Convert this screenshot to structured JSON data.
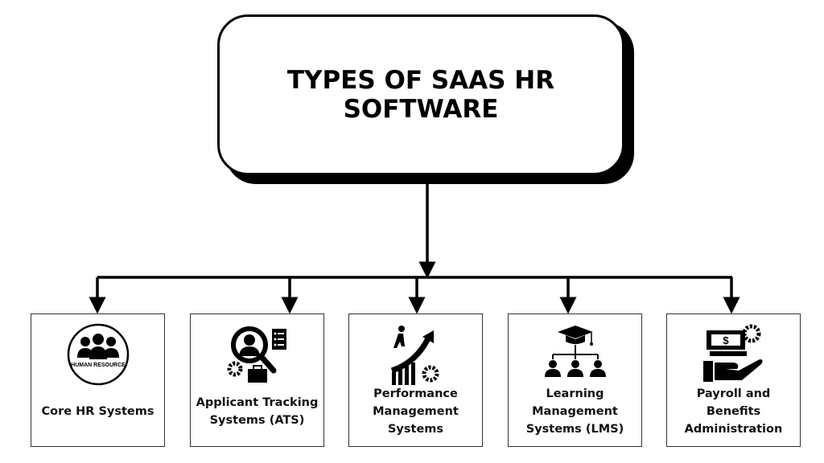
{
  "title": "TYPES OF SAAS HR SOFTWARE",
  "categories": [
    {
      "label": "Core HR Systems",
      "icon": "human-resource-icon",
      "icon_text": "HUMAN RESOURCE"
    },
    {
      "label": "Applicant Tracking Systems (ATS)",
      "icon": "applicant-search-icon"
    },
    {
      "label": "Performance Management Systems",
      "icon": "performance-growth-icon"
    },
    {
      "label": "Learning Management Systems (LMS)",
      "icon": "learning-hierarchy-icon"
    },
    {
      "label": "Payroll and Benefits Administration",
      "icon": "payroll-hand-icon"
    }
  ]
}
